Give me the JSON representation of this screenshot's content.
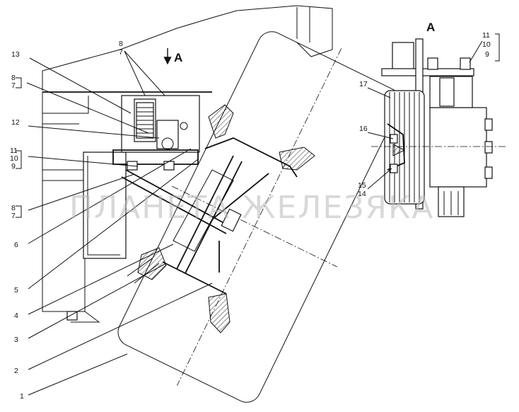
{
  "view_label": "А",
  "view_label_detail": "А",
  "watermark": "ПЛАНЕТА ЖЕЛЕЗЯКА",
  "callouts": {
    "c1": "1",
    "c2": "2",
    "c3": "3",
    "c4": "4",
    "c5": "5",
    "c6": "6",
    "c8_7_top_a": "8",
    "c8_7_top_b": "7",
    "c8_7_left_a": "8",
    "c8_7_left_b": "7",
    "c8_7_low_a": "8",
    "c8_7_low_b": "7",
    "c11_left": "11",
    "c10_left": "10",
    "c9_left": "9",
    "c12": "12",
    "c13": "13",
    "c11_right": "11",
    "c10_right": "10",
    "c9_right": "9",
    "c14": "14",
    "c15": "15",
    "c16": "16",
    "c17": "17"
  }
}
